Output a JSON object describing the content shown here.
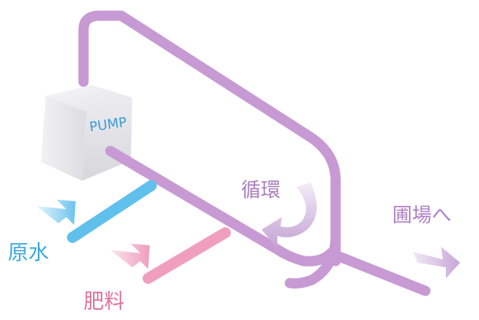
{
  "pump": {
    "label": "PUMP"
  },
  "labels": {
    "raw_water": "原水",
    "fertilizer": "肥料",
    "circulation": "循環",
    "to_field": "圃場へ"
  },
  "colors": {
    "pipe": "#c79ad4",
    "water_pipe": "#5fc0ec",
    "fertilizer_pipe": "#ef9fbd",
    "pump_label": "#3b9bd8",
    "raw_water_text": "#3aa7dc",
    "fertilizer_text": "#e0729a",
    "circulation_text": "#a77fbe",
    "to_field_text": "#b07fc8"
  }
}
